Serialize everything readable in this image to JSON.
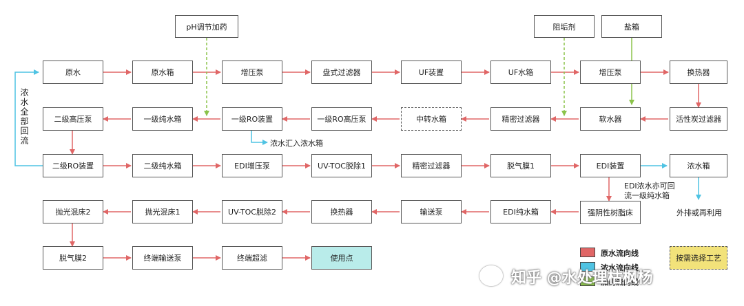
{
  "nodes": {
    "raw_water": "原水",
    "raw_tank": "原水箱",
    "booster_1": "增压泵",
    "disc_filter": "盘式过滤器",
    "uf_device": "UF装置",
    "uf_tank": "UF水箱",
    "booster_2": "增压泵",
    "heat_exchanger_1": "换热器",
    "ph_dosing": "pH调节加药",
    "antiscalant": "阻垢剂",
    "salt_tank": "盐箱",
    "stage2_hp_pump": "二级高压泵",
    "stage1_pure_tank": "一级纯水箱",
    "stage1_ro": "一级RO装置",
    "stage1_ro_hp_pump": "一级RO高压泵",
    "transfer_tank": "中转水箱",
    "precision_filter_1": "精密过滤器",
    "softener": "软水器",
    "activated_carbon": "活性炭过滤器",
    "stage2_ro": "二级RO装置",
    "stage2_pure_tank": "二级纯水箱",
    "edi_booster": "EDI增压泵",
    "uv_toc_1": "UV-TOC脱除1",
    "precision_filter_2": "精密过滤器",
    "degas_membrane_1": "脱气膜1",
    "edi_device": "EDI装置",
    "concentrate_tank": "浓水箱",
    "polish_bed_2": "抛光混床2",
    "polish_bed_1": "抛光混床1",
    "uv_toc_2": "UV-TOC脱除2",
    "heat_exchanger_2": "换热器",
    "feed_pump": "输送泵",
    "edi_pure_tank": "EDI纯水箱",
    "strong_anion_resin": "强阴性树脂床",
    "degas_membrane_2": "脱气膜2",
    "terminal_pump": "终端输送泵",
    "terminal_uf": "终端超滤",
    "point_of_use": "使用点"
  },
  "annotations": {
    "concentrate_full_return": "浓水全部回流",
    "concentrate_to_tank": "浓水汇入浓水箱",
    "edi_return_1": "EDI浓水亦可回",
    "edi_return_2": "流一级纯水箱",
    "discharge_reuse": "外排或再利用"
  },
  "legend": {
    "items": [
      {
        "label": "原水流向线",
        "color": "#e06666"
      },
      {
        "label": "浓水流向线",
        "color": "#4fc3e3"
      },
      {
        "label": "加药流向线",
        "color": "#8bc34a"
      }
    ],
    "optional_label": "按需选择工艺"
  },
  "watermark": "知乎 @水处理枯枫杨",
  "colors": {
    "main_flow": "#e06666",
    "concentrate_flow": "#4fc3e3",
    "dosing_flow": "#8bc34a",
    "final_box": "#b9ecea",
    "optional_box": "#f2e27a"
  }
}
